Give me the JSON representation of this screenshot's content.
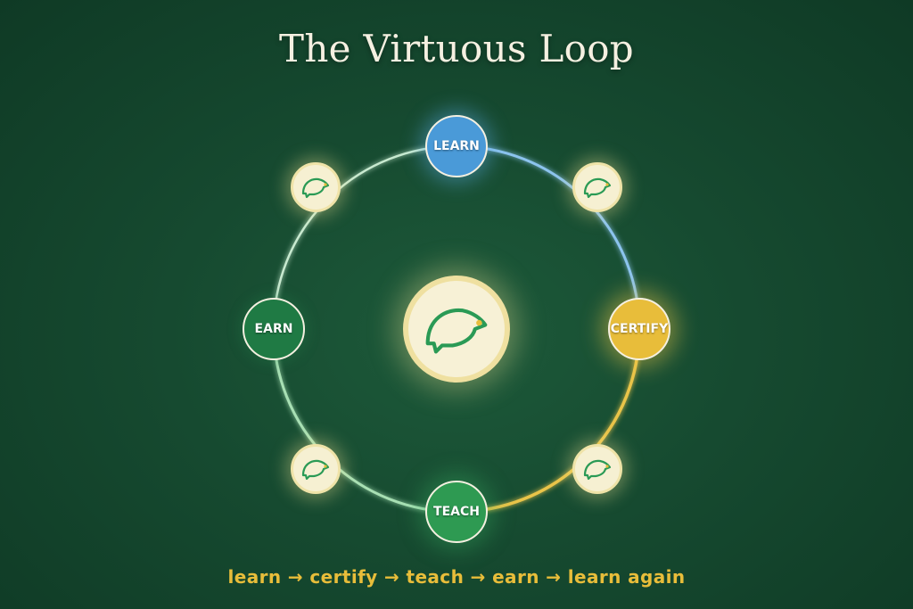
{
  "title": "The Virtuous Loop",
  "nodes": {
    "learn": {
      "label": "LEARN",
      "color": "#4a9ad8"
    },
    "certify": {
      "label": "CERTIFY",
      "color": "#e8bd3a"
    },
    "teach": {
      "label": "TEACH",
      "color": "#2e9a52"
    },
    "earn": {
      "label": "EARN",
      "color": "#1f7a44"
    }
  },
  "badge_icon": "bird-logo-icon",
  "caption": "learn → certify → teach → earn → learn again",
  "colors": {
    "background": "#164a30",
    "accent_gold": "#e8bd3a",
    "badge_fill": "#f6f0d2",
    "icon_green": "#2a9a55"
  }
}
